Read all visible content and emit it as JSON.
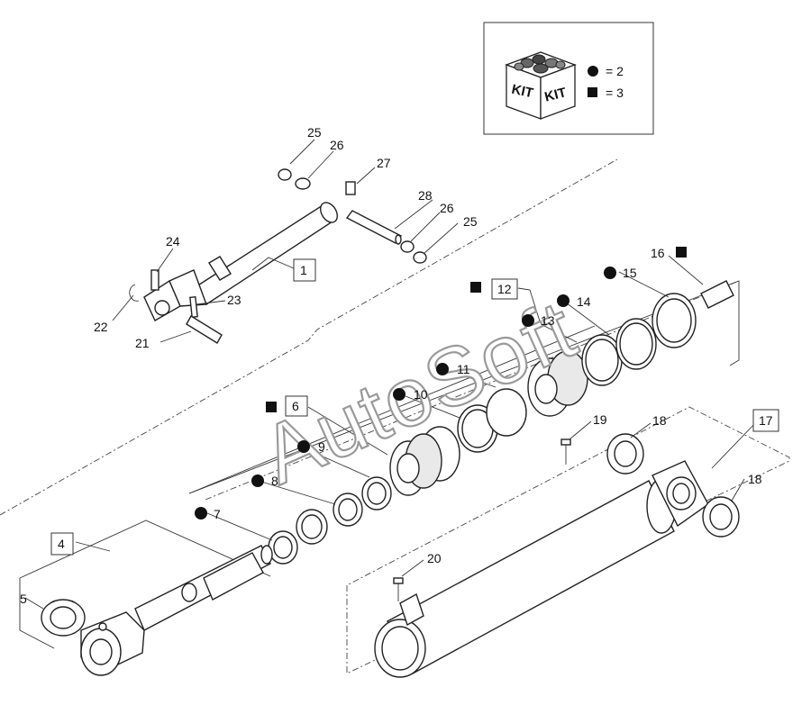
{
  "kit_legend": {
    "kit_words": [
      "KIT",
      "KIT"
    ],
    "circle_text": "= 2",
    "square_text": "= 3"
  },
  "watermark": "AutoSoft",
  "callouts": {
    "c1": "1",
    "c4": "4",
    "c5": "5",
    "c6": "6",
    "c7": "7",
    "c8": "8",
    "c9": "9",
    "c10": "10",
    "c11": "11",
    "c12": "12",
    "c13": "13",
    "c14": "14",
    "c15": "15",
    "c16": "16",
    "c17": "17",
    "c18a": "18",
    "c18b": "18",
    "c19": "19",
    "c20": "20",
    "c21": "21",
    "c22": "22",
    "c23": "23",
    "c24": "24",
    "c25a": "25",
    "c25b": "25",
    "c26a": "26",
    "c26b": "26",
    "c27": "27",
    "c28": "28"
  },
  "colors": {
    "ink": "#111111",
    "watermark_stroke": "#9a9a9a"
  }
}
